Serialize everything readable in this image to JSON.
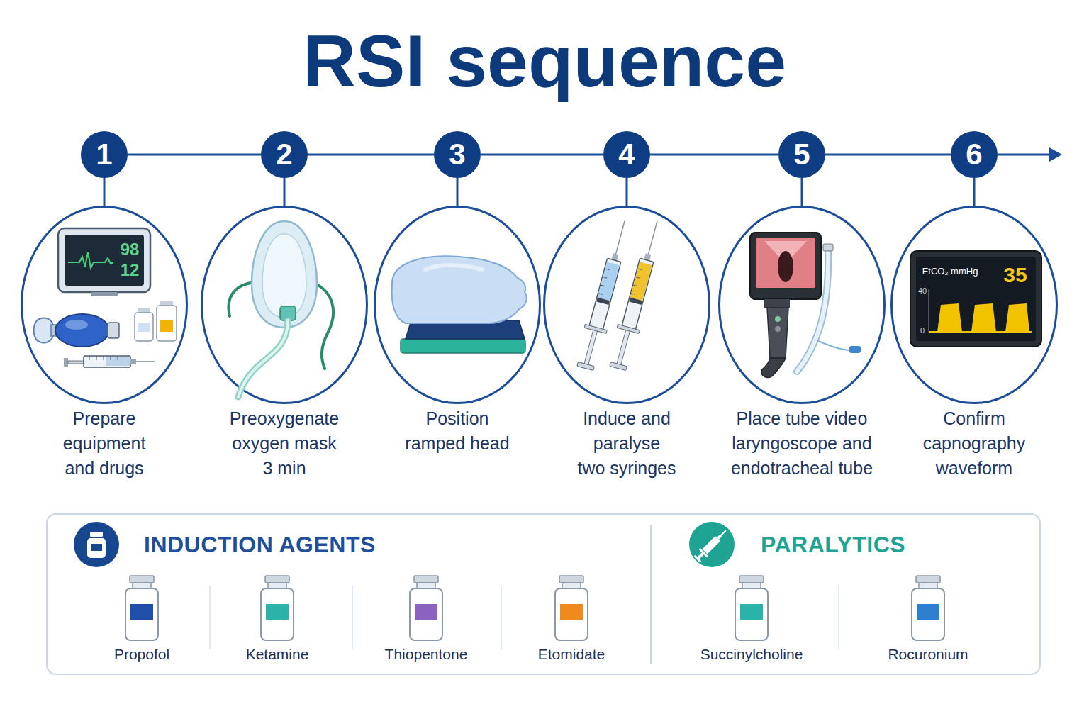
{
  "diagram": {
    "title": "RSI sequence",
    "nodes": [
      {
        "text": [
          "1"
        ]
      },
      {
        "text": [
          "2"
        ]
      },
      {
        "text": [
          "3"
        ]
      },
      {
        "text": [
          "4"
        ]
      },
      {
        "text": [
          "5"
        ]
      },
      {
        "text": [
          "6"
        ]
      },
      {
        "text": [
          "Prepare equipment and drugs"
        ]
      },
      {
        "text": [
          "Preoxygenate oxygen mask 3 min"
        ]
      },
      {
        "text": [
          "Position ramped head"
        ]
      },
      {
        "text": [
          "Induce and paralyse two syringes"
        ]
      },
      {
        "text": [
          "Place tube video laryngoscope and endotracheal tube"
        ]
      },
      {
        "text": [
          "Confirm capnography waveform"
        ]
      },
      {
        "text": [
          "INDUCTION AGENTS",
          "PARALYTICS"
        ]
      },
      {
        "text": [
          "Propofol"
        ],
        "in": 12
      },
      {
        "text": [
          "Ketamine"
        ],
        "in": 12
      },
      {
        "text": [
          "Thiopentone"
        ],
        "in": 12
      },
      {
        "text": [
          "Etomidate"
        ],
        "in": 12
      },
      {
        "text": [
          "Succinylcholine"
        ],
        "in": 12
      },
      {
        "text": [
          "Rocuronium"
        ],
        "in": 12
      }
    ],
    "edges": [
      {
        "from": 0,
        "to": 1,
        "arrow": "none"
      },
      {
        "from": 1,
        "to": 2,
        "arrow": "none"
      },
      {
        "from": 2,
        "to": 3,
        "arrow": "none"
      },
      {
        "from": 3,
        "to": 4,
        "arrow": "none"
      },
      {
        "from": 4,
        "to": 5,
        "arrow": "none"
      },
      {
        "from": 0,
        "to": 6,
        "arrow": "none"
      },
      {
        "from": 1,
        "to": 7,
        "arrow": "none"
      },
      {
        "from": 2,
        "to": 8,
        "arrow": "none"
      },
      {
        "from": 3,
        "to": 9,
        "arrow": "none"
      },
      {
        "from": 4,
        "to": 10,
        "arrow": "none"
      },
      {
        "from": 5,
        "to": 11,
        "arrow": "none"
      }
    ],
    "labels": [
      "98",
      "12",
      "EtCO₂ mmHg",
      "35",
      "40",
      "0"
    ]
  }
}
